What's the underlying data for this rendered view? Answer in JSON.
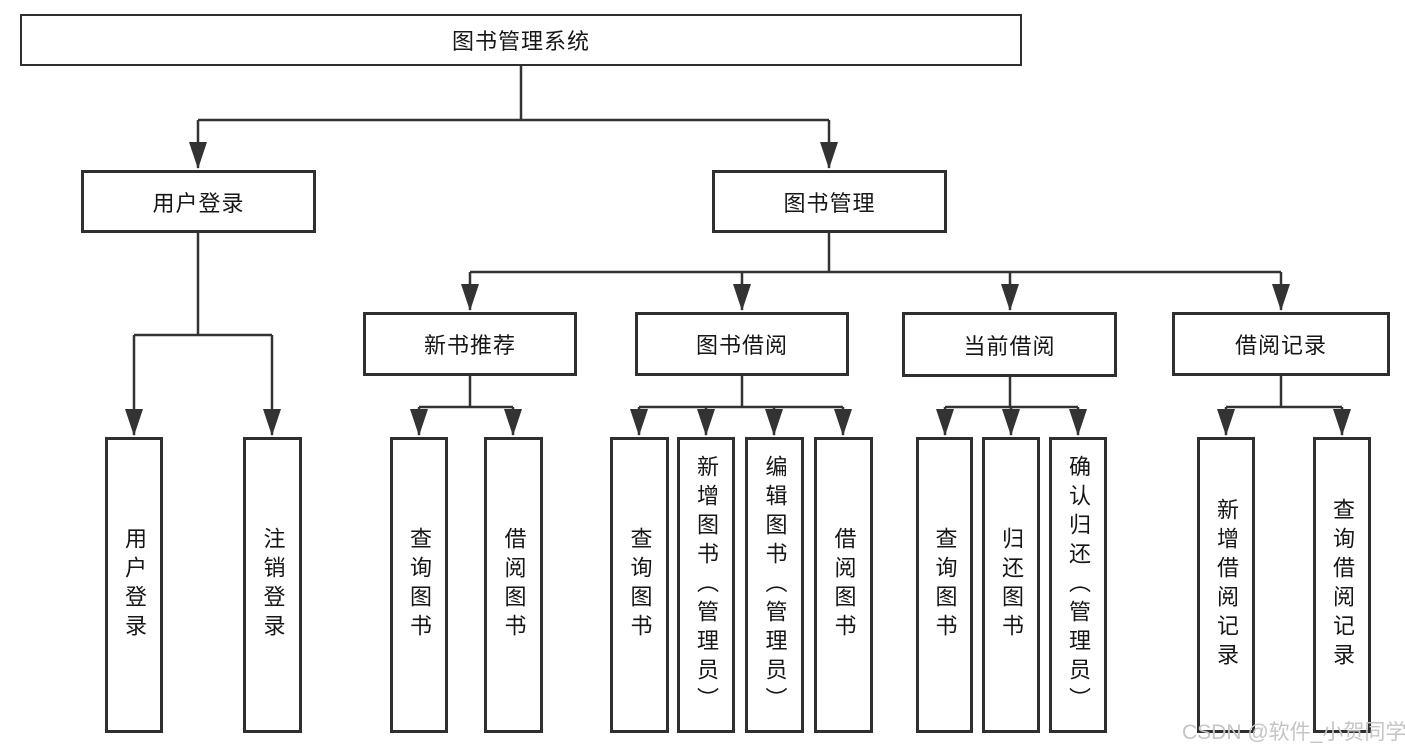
{
  "tree": {
    "root": {
      "label": "图书管理系统",
      "children": [
        {
          "label": "用户登录",
          "children": [
            {
              "label": "用户登录"
            },
            {
              "label": "注销登录"
            }
          ]
        },
        {
          "label": "图书管理",
          "children": [
            {
              "label": "新书推荐",
              "children": [
                {
                  "label": "查询图书"
                },
                {
                  "label": "借阅图书"
                }
              ]
            },
            {
              "label": "图书借阅",
              "children": [
                {
                  "label": "查询图书"
                },
                {
                  "label": "新增图书（管理员）"
                },
                {
                  "label": "编辑图书（管理员）"
                },
                {
                  "label": "借阅图书"
                }
              ]
            },
            {
              "label": "当前借阅",
              "children": [
                {
                  "label": "查询图书"
                },
                {
                  "label": "归还图书"
                },
                {
                  "label": "确认归还（管理员）"
                }
              ]
            },
            {
              "label": "借阅记录",
              "children": [
                {
                  "label": "新增借阅记录"
                },
                {
                  "label": "查询借阅记录"
                }
              ]
            }
          ]
        }
      ]
    }
  },
  "watermark": {
    "text": "CSDN @软件_小贺同学",
    "color": "#c5c5c5"
  },
  "colors": {
    "line": "#333333",
    "box_border": "#2f2f2f",
    "text": "#161616",
    "background": "#ffffff"
  }
}
